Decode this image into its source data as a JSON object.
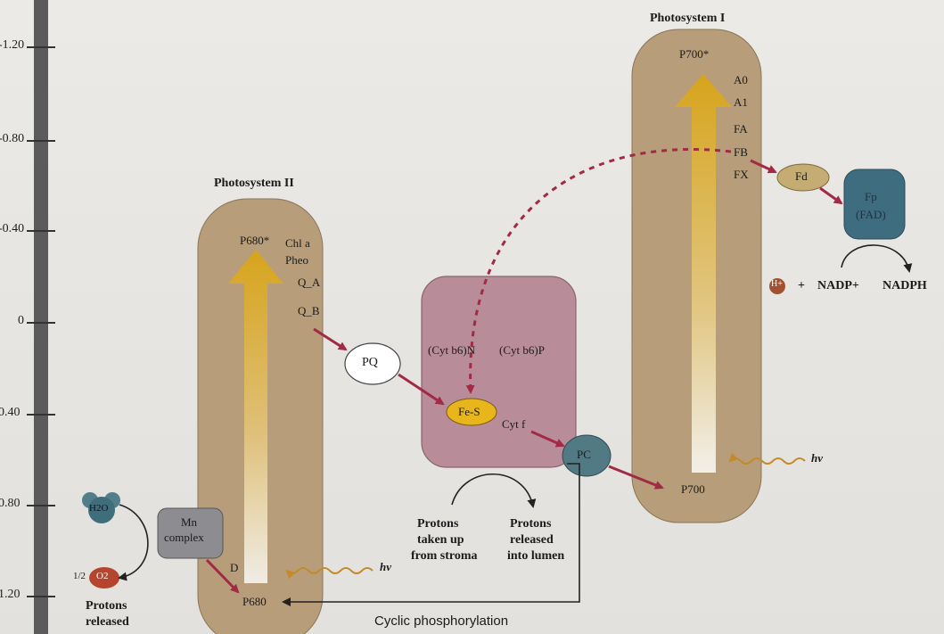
{
  "scale": {
    "ticks": [
      "-1.20",
      "-0.80",
      "-0.40",
      "0",
      "0.40",
      "0.80",
      "1.20"
    ]
  },
  "photosystem_ii": {
    "title": "Photosystem II",
    "p680_star": "P680*",
    "chl_a": "Chl a",
    "pheo": "Pheo",
    "qa": "Q_A",
    "qb": "Q_B",
    "d": "D",
    "p680": "P680"
  },
  "photosystem_i": {
    "title": "Photosystem I",
    "p700_star": "P700*",
    "a0": "A0",
    "a1": "A1",
    "fa": "FA",
    "fb": "FB",
    "fx": "FX",
    "p700": "P700"
  },
  "cytochrome": {
    "cyt_bn": "(Cyt b6)N",
    "cyt_bp": "(Cyt b6)P",
    "fes": "Fe-S",
    "cytf": "Cyt f"
  },
  "carriers": {
    "pq": "PQ",
    "pc": "PC",
    "fd": "Fd",
    "fp": "Fp",
    "fad": "(FAD)"
  },
  "water": {
    "h2o": "H2O",
    "mn_line1": "Mn",
    "mn_line2": "complex",
    "half": "1/2",
    "o2": "O2",
    "protons_released_1": "Protons",
    "protons_released_2": "released"
  },
  "nadp": {
    "h": "H+",
    "plus": "+",
    "nadp": "NADP+",
    "nadph": "NADPH"
  },
  "protons": {
    "taken_1": "Protons",
    "taken_2": "taken up",
    "taken_3": "from stroma",
    "released_1": "Protons",
    "released_2": "released",
    "released_3": "into lumen"
  },
  "light": {
    "hv": "hν"
  },
  "caption": "Cyclic phosphorylation",
  "colors": {
    "ps_column": "#b79d79",
    "arrow_gold": "#d9ac2c",
    "cyt_box": "#b88c98",
    "fes": "#e8b51c",
    "pc": "#517a84",
    "fd": "#c4ac72",
    "fp": "#3f6d80",
    "red_arrow": "#a22a45"
  }
}
